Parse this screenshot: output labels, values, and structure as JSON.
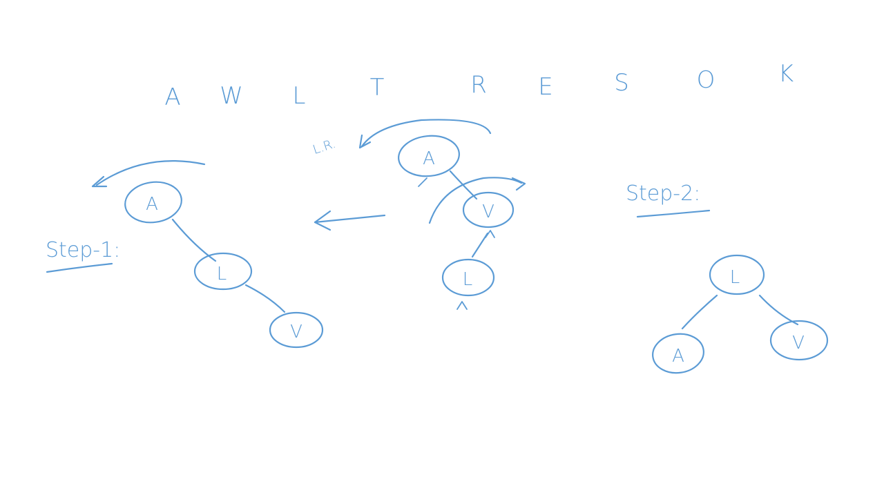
{
  "sequence": [
    "A",
    "W",
    "L",
    "T",
    "R",
    "E",
    "S",
    "O",
    "K"
  ],
  "step1": {
    "label": "Step-1:",
    "nodes": [
      "A",
      "L",
      "V"
    ]
  },
  "middle": {
    "rotation_label": "L.R.",
    "nodes": [
      "A",
      "V",
      "L"
    ]
  },
  "step2": {
    "label": "Step-2:",
    "nodes": [
      "L",
      "A",
      "V"
    ]
  },
  "colors": {
    "ink": "#5b9bd5",
    "background": "#ffffff"
  }
}
